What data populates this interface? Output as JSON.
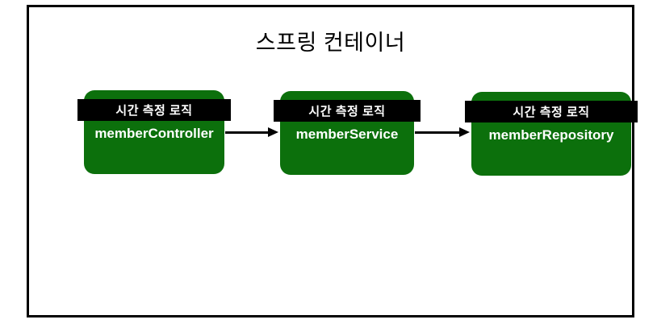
{
  "title": "스프링 컨테이너",
  "boxes": [
    {
      "band": "시간 측정 로직",
      "name": "memberController"
    },
    {
      "band": "시간 측정 로직",
      "name": "memberService"
    },
    {
      "band": "시간 측정 로직",
      "name": "memberRepository"
    }
  ],
  "arrows": [
    {
      "from": "memberController",
      "to": "memberService"
    },
    {
      "from": "memberService",
      "to": "memberRepository"
    }
  ],
  "colors": {
    "box_green": "#0c700c",
    "band_black": "#000000",
    "frame_border": "#000000",
    "text_white": "#ffffff",
    "title_black": "#000000"
  }
}
